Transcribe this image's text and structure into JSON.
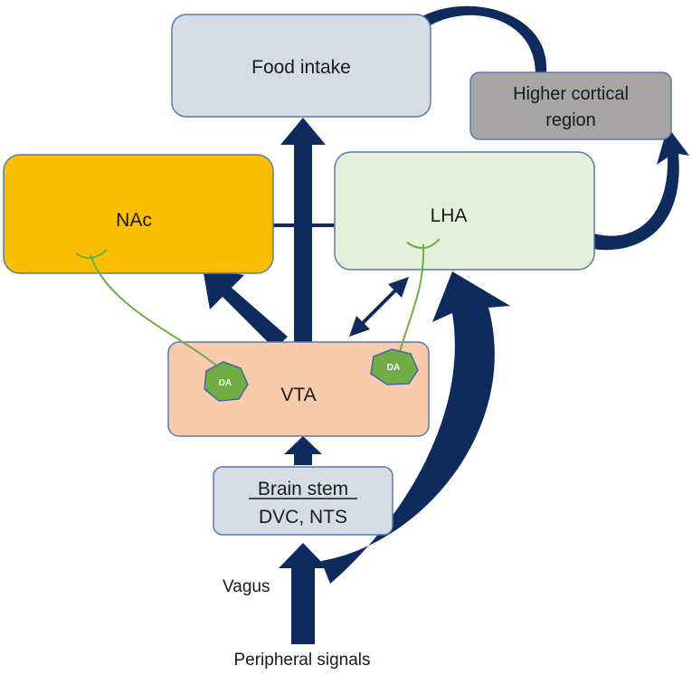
{
  "boxes": {
    "food_intake": {
      "label": "Food intake",
      "fill": "#d5dce6",
      "stroke": "#5b79a8"
    },
    "higher_cortical": {
      "line1": "Higher cortical",
      "line2": "region",
      "fill": "#a7a5a5",
      "stroke": "#5b79a8"
    },
    "nac": {
      "label": "NAc",
      "fill": "#fbbe00",
      "stroke": "#5b79a8"
    },
    "lha": {
      "label": "LHA",
      "fill": "#e3f0dc",
      "stroke": "#5b79a8"
    },
    "vta": {
      "label": "VTA",
      "fill": "#f8cbad",
      "stroke": "#5b79a8"
    },
    "brain_stem": {
      "title": "Brain stem",
      "subtitle": "DVC, NTS",
      "fill": "#d5dce6",
      "stroke": "#5b79a8"
    }
  },
  "markers": {
    "da_left": "DA",
    "da_right": "DA",
    "da_fill": "#70ad47",
    "da_stroke": "#3f6aa6"
  },
  "labels": {
    "vagus": "Vagus",
    "peripheral_signals": "Peripheral signals"
  },
  "colors": {
    "arrow": "#0f2a5c",
    "dopamine_projection": "#70ad47"
  }
}
